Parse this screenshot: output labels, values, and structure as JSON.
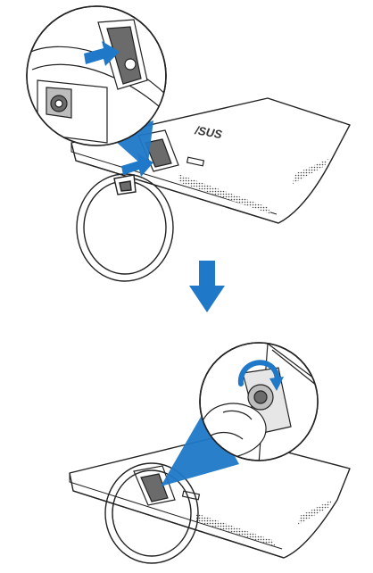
{
  "brand": {
    "logo_text": "/SUS"
  },
  "colors": {
    "accent": "#1f78c8",
    "line": "#222222",
    "fill_light": "#f4f4f4",
    "fill_dark": "#6b6b6b"
  },
  "steps": [
    {
      "id": "attach-base",
      "icon": "push-arrow-icon"
    },
    {
      "id": "next-step",
      "icon": "down-arrow-icon"
    },
    {
      "id": "tighten-screw",
      "icon": "rotate-clockwise-icon"
    }
  ]
}
